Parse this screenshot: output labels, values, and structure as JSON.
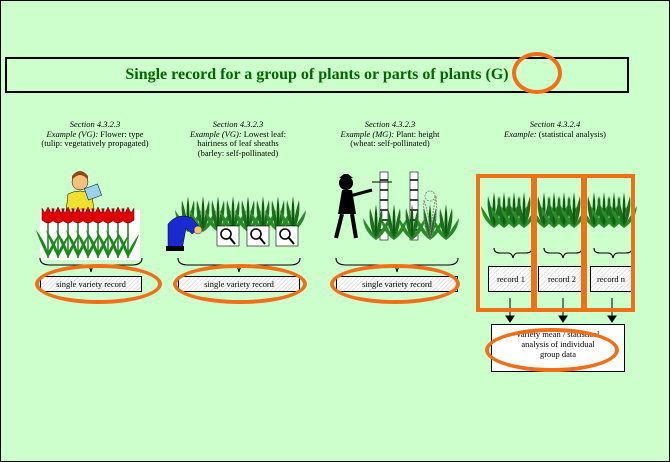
{
  "title": {
    "main": "Single record for a group of plants or parts of plants",
    "code": "(G)"
  },
  "captions": [
    {
      "section": "Section 4.3.2.3",
      "example_label": "Example (VG):",
      "example_text": "Flower: type",
      "detail": "(tulip: vegetatively propagated)"
    },
    {
      "section": "Section 4.3.2.3",
      "example_label": "Example (VG):",
      "example_text": "Lowest leaf:",
      "detail": "hairiness of leaf sheaths",
      "detail2": "(barley: self-pollinated)"
    },
    {
      "section": "Section 4.3.2.3",
      "example_label": "Example (MG):",
      "example_text": "Plant: height",
      "detail": "(wheat: self-pollinated)"
    },
    {
      "section": "Section 4.3.2.4",
      "example_label": "Example:",
      "example_text": "(statistical analysis)"
    }
  ],
  "records": {
    "single_label": "single variety record",
    "group_labels": [
      "record 1",
      "record 2",
      "record n"
    ]
  },
  "summary_box": {
    "line1": "variety mean / statistical",
    "line2": "analysis of individual",
    "line3": "group data"
  },
  "colors": {
    "background": "#ccffcc",
    "title": "#006600",
    "highlight": "#f07018"
  }
}
